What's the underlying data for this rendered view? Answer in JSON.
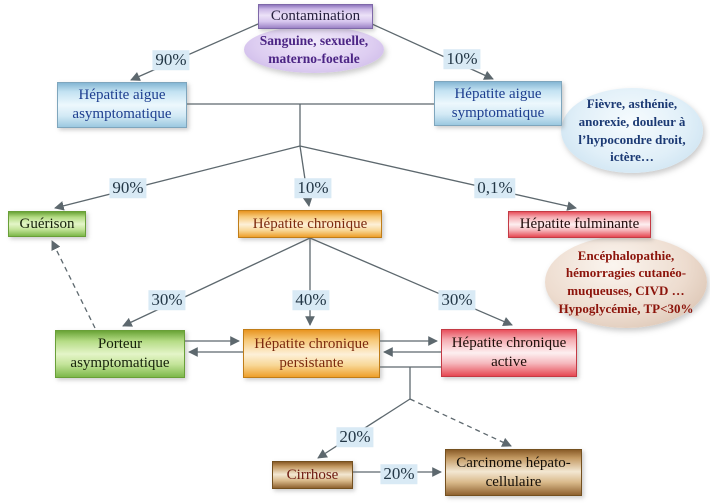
{
  "diagram": {
    "title_node": "Contamination",
    "nodes": {
      "contamination": "Contamination",
      "hepatite_aigue_asymptomatique": "Hépatite aigue asymptomatique",
      "hepatite_aigue_symptomatique": "Hépatite aigue symptomatique",
      "guerison": "Guérison",
      "hepatite_chronique": "Hépatite chronique",
      "hepatite_fulminante": "Hépatite fulminante",
      "porteur_asymptomatique": "Porteur asymptomatique",
      "hepatite_chronique_persistante": "Hépatite chronique persistante",
      "hepatite_chronique_active": "Hépatite chronique active",
      "cirrhose": "Cirrhose",
      "carcinome": "Carcinome hépato-cellulaire"
    },
    "notes": {
      "contamination_routes": "Sanguine, sexuelle, materno-foetale",
      "symptomes_aigus": "Fièvre, asthénie, anorexie, douleur à l’hypocondre droit, ictère…",
      "signes_fulminante": "Encéphalopathie, hémorragies cutanéo-muqueuses, CIVD … Hypoglycémie, TP<30%"
    },
    "edge_labels": {
      "contamination_to_asymptomatique": "90%",
      "contamination_to_symptomatique": "10%",
      "aigue_to_guerison": "90%",
      "aigue_to_chronique": "10%",
      "aigue_to_fulminante": "0,1%",
      "chronique_to_porteur": "30%",
      "chronique_to_persistante": "40%",
      "chronique_to_active": "30%",
      "active_to_cirrhose": "20%",
      "cirrhose_to_carcinome": "20%"
    },
    "colors": {
      "purple_box": "#cbb8e6",
      "blue_box": "#c3e2f2",
      "green_box": "#b5dc85",
      "orange_box": "#f7c979",
      "red_box": "#f5a9af",
      "brown_box": "#c49a63",
      "label_background": "#d9eaf5",
      "line": "#5d686e"
    }
  }
}
